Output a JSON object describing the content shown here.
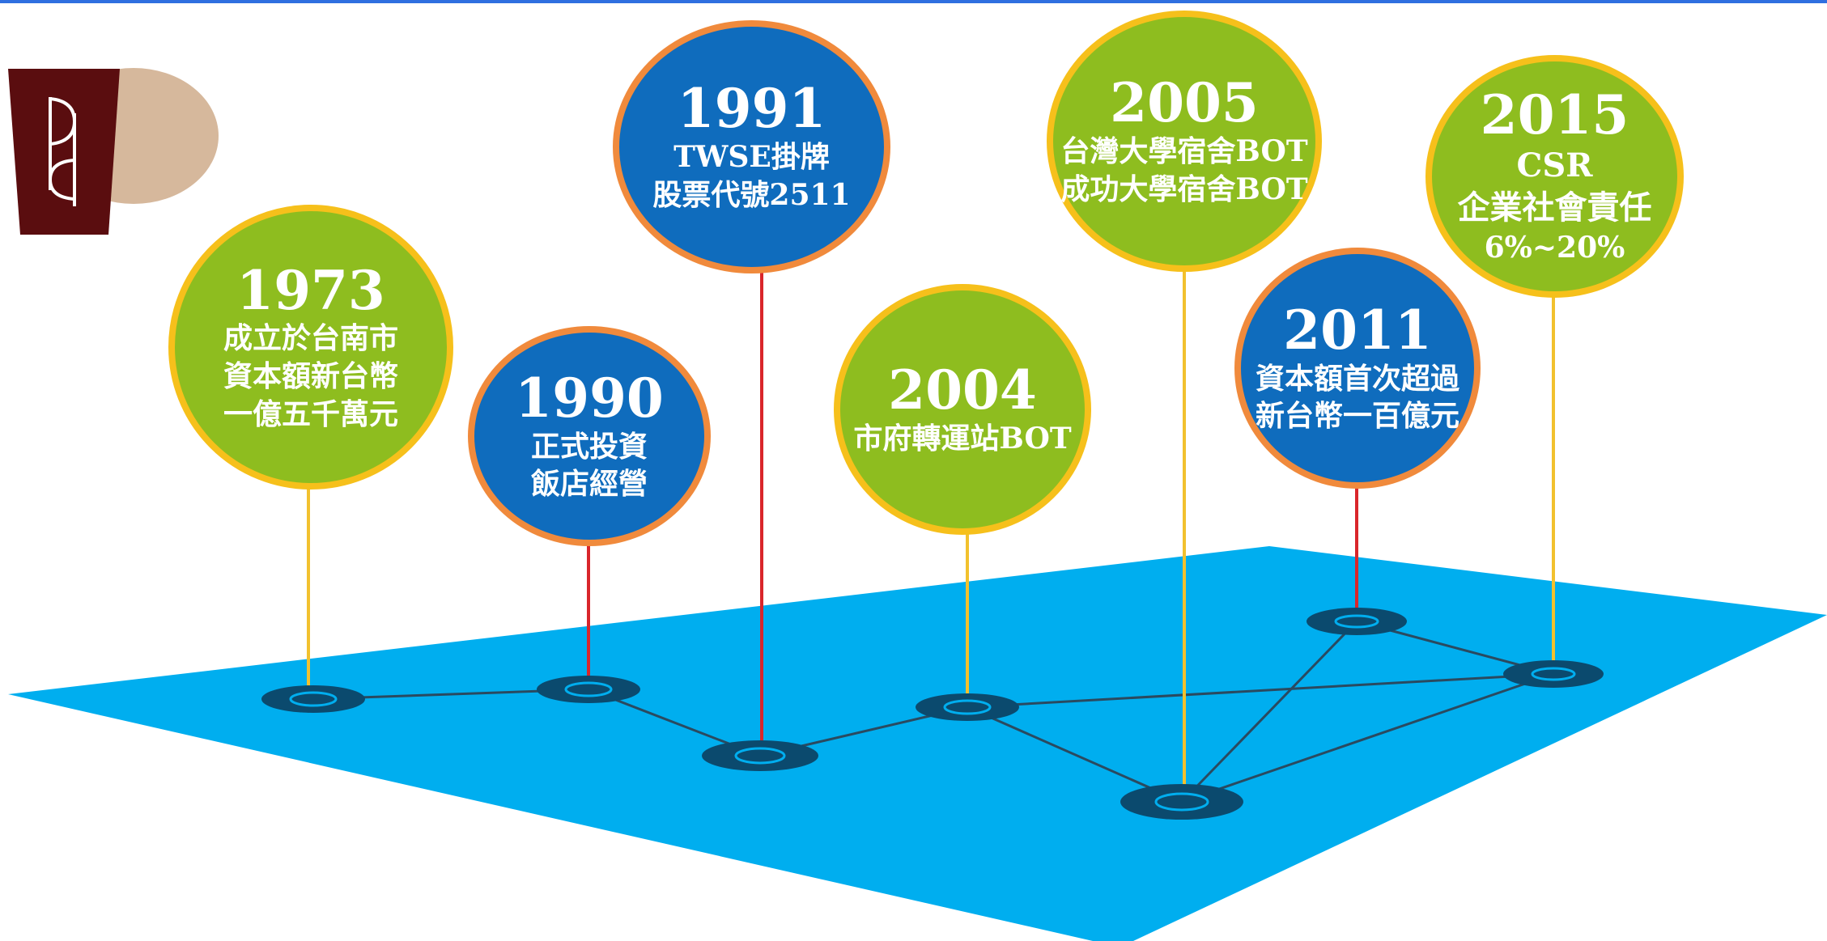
{
  "milestones": [
    {
      "year": "1973",
      "lines": [
        "成立於台南市",
        "資本額新台幣",
        "一億五千萬元"
      ],
      "color": "green"
    },
    {
      "year": "1990",
      "lines": [
        "正式投資",
        "飯店經營"
      ],
      "color": "blue"
    },
    {
      "year": "1991",
      "lines": [
        "TWSE掛牌",
        "股票代號2511"
      ],
      "color": "blue"
    },
    {
      "year": "2004",
      "lines": [
        "市府轉運站BOT"
      ],
      "color": "green"
    },
    {
      "year": "2005",
      "lines": [
        "台灣大學宿舍BOT",
        "成功大學宿舍BOT"
      ],
      "color": "green"
    },
    {
      "year": "2011",
      "lines": [
        "資本額首次超過",
        "新台幣一百億元"
      ],
      "color": "blue"
    },
    {
      "year": "2015",
      "lines": [
        "CSR",
        "企業社會責任",
        "6%~20%"
      ],
      "color": "green"
    }
  ],
  "logo": {
    "letters": "PD"
  },
  "colors": {
    "green_fill": "#8ebd1f",
    "green_border": "#f6c01b",
    "green_pin": "#f2c12e",
    "blue_fill": "#0f6cbd",
    "blue_border": "#f08a3c",
    "blue_pin": "#d9262b",
    "platform": "#00aeef",
    "node": "#0b4a6e",
    "connector": "#2a4a60",
    "logo_oval": "#d6b89c",
    "logo_shield": "#5a0d0f"
  }
}
